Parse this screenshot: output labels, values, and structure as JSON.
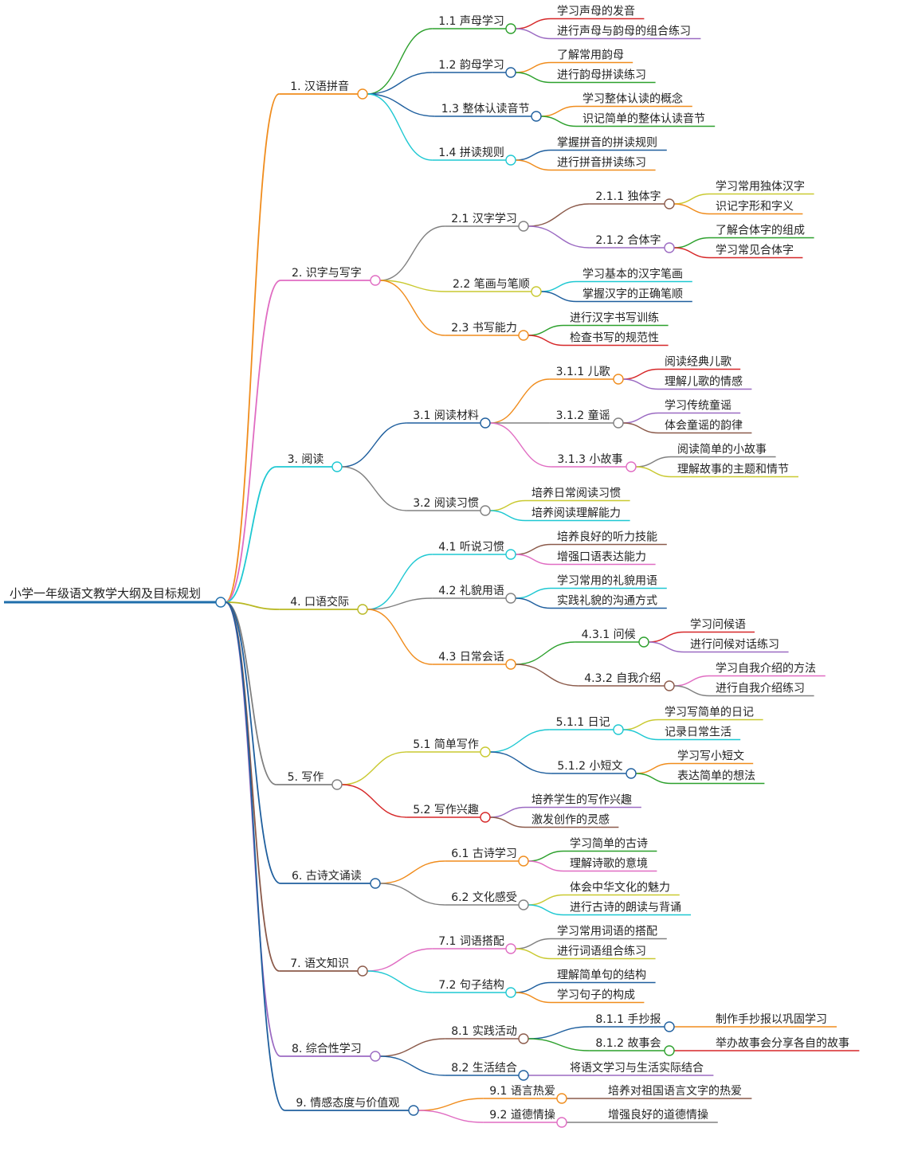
{
  "mindmap": {
    "root": "小学一年级语文教学大纲及目标规划",
    "palette": {
      "orange": "#f08c1c",
      "pink": "#e06cc2",
      "teal": "#1ec8d2",
      "olive": "#b8b822",
      "gray": "#808080",
      "blue": "#1f6eab",
      "brown": "#8b5a4a",
      "purple": "#9b6ac2",
      "navy": "#1f5f9e",
      "green": "#2ca02c",
      "red": "#d62728",
      "yellow": "#c9c930"
    },
    "branches": [
      {
        "label": "1. 汉语拼音",
        "color": "orange",
        "children": [
          {
            "label": "1.1 声母学习",
            "color": "green",
            "children": [
              {
                "label": "学习声母的发音",
                "color": "red"
              },
              {
                "label": "进行声母与韵母的组合练习",
                "color": "purple"
              }
            ]
          },
          {
            "label": "1.2 韵母学习",
            "color": "navy",
            "children": [
              {
                "label": "了解常用韵母",
                "color": "orange"
              },
              {
                "label": "进行韵母拼读练习",
                "color": "green"
              }
            ]
          },
          {
            "label": "1.3 整体认读音节",
            "color": "navy",
            "children": [
              {
                "label": "学习整体认读的概念",
                "color": "orange"
              },
              {
                "label": "识记简单的整体认读音节",
                "color": "green"
              }
            ]
          },
          {
            "label": "1.4 拼读规则",
            "color": "teal",
            "children": [
              {
                "label": "掌握拼音的拼读规则",
                "color": "navy"
              },
              {
                "label": "进行拼音拼读练习",
                "color": "orange"
              }
            ]
          }
        ]
      },
      {
        "label": "2. 识字与写字",
        "color": "pink",
        "children": [
          {
            "label": "2.1 汉字学习",
            "color": "gray",
            "children": [
              {
                "label": "2.1.1 独体字",
                "color": "brown",
                "children": [
                  {
                    "label": "学习常用独体汉字",
                    "color": "yellow"
                  },
                  {
                    "label": "识记字形和字义",
                    "color": "orange"
                  }
                ]
              },
              {
                "label": "2.1.2 合体字",
                "color": "purple",
                "children": [
                  {
                    "label": "了解合体字的组成",
                    "color": "green"
                  },
                  {
                    "label": "学习常见合体字",
                    "color": "red"
                  }
                ]
              }
            ]
          },
          {
            "label": "2.2 笔画与笔顺",
            "color": "yellow",
            "children": [
              {
                "label": "学习基本的汉字笔画",
                "color": "teal"
              },
              {
                "label": "掌握汉字的正确笔顺",
                "color": "navy"
              }
            ]
          },
          {
            "label": "2.3 书写能力",
            "color": "orange",
            "children": [
              {
                "label": "进行汉字书写训练",
                "color": "green"
              },
              {
                "label": "检查书写的规范性",
                "color": "red"
              }
            ]
          }
        ]
      },
      {
        "label": "3. 阅读",
        "color": "teal",
        "children": [
          {
            "label": "3.1 阅读材料",
            "color": "navy",
            "children": [
              {
                "label": "3.1.1 儿歌",
                "color": "orange",
                "children": [
                  {
                    "label": "阅读经典儿歌",
                    "color": "red"
                  },
                  {
                    "label": "理解儿歌的情感",
                    "color": "purple"
                  }
                ]
              },
              {
                "label": "3.1.2 童谣",
                "color": "gray",
                "children": [
                  {
                    "label": "学习传统童谣",
                    "color": "purple"
                  },
                  {
                    "label": "体会童谣的韵律",
                    "color": "brown"
                  }
                ]
              },
              {
                "label": "3.1.3 小故事",
                "color": "pink",
                "children": [
                  {
                    "label": "阅读简单的小故事",
                    "color": "gray"
                  },
                  {
                    "label": "理解故事的主题和情节",
                    "color": "yellow"
                  }
                ]
              }
            ]
          },
          {
            "label": "3.2 阅读习惯",
            "color": "gray",
            "children": [
              {
                "label": "培养日常阅读习惯",
                "color": "yellow"
              },
              {
                "label": "培养阅读理解能力",
                "color": "teal"
              }
            ]
          }
        ]
      },
      {
        "label": "4. 口语交际",
        "color": "olive",
        "children": [
          {
            "label": "4.1 听说习惯",
            "color": "teal",
            "children": [
              {
                "label": "培养良好的听力技能",
                "color": "brown"
              },
              {
                "label": "增强口语表达能力",
                "color": "pink"
              }
            ]
          },
          {
            "label": "4.2 礼貌用语",
            "color": "gray",
            "children": [
              {
                "label": "学习常用的礼貌用语",
                "color": "teal"
              },
              {
                "label": "实践礼貌的沟通方式",
                "color": "navy"
              }
            ]
          },
          {
            "label": "4.3 日常会话",
            "color": "orange",
            "children": [
              {
                "label": "4.3.1 问候",
                "color": "green",
                "children": [
                  {
                    "label": "学习问候语",
                    "color": "red"
                  },
                  {
                    "label": "进行问候对话练习",
                    "color": "purple"
                  }
                ]
              },
              {
                "label": "4.3.2 自我介绍",
                "color": "brown",
                "children": [
                  {
                    "label": "学习自我介绍的方法",
                    "color": "pink"
                  },
                  {
                    "label": "进行自我介绍练习",
                    "color": "gray"
                  }
                ]
              }
            ]
          }
        ]
      },
      {
        "label": "5. 写作",
        "color": "gray",
        "children": [
          {
            "label": "5.1 简单写作",
            "color": "yellow",
            "children": [
              {
                "label": "5.1.1 日记",
                "color": "teal",
                "children": [
                  {
                    "label": "学习写简单的日记",
                    "color": "yellow"
                  },
                  {
                    "label": "记录日常生活",
                    "color": "teal"
                  }
                ]
              },
              {
                "label": "5.1.2 小短文",
                "color": "navy",
                "children": [
                  {
                    "label": "学习写小短文",
                    "color": "orange"
                  },
                  {
                    "label": "表达简单的想法",
                    "color": "green"
                  }
                ]
              }
            ]
          },
          {
            "label": "5.2 写作兴趣",
            "color": "red",
            "children": [
              {
                "label": "培养学生的写作兴趣",
                "color": "purple"
              },
              {
                "label": "激发创作的灵感",
                "color": "brown"
              }
            ]
          }
        ]
      },
      {
        "label": "6. 古诗文诵读",
        "color": "navy",
        "children": [
          {
            "label": "6.1 古诗学习",
            "color": "orange",
            "children": [
              {
                "label": "学习简单的古诗",
                "color": "green"
              },
              {
                "label": "理解诗歌的意境",
                "color": "pink"
              }
            ]
          },
          {
            "label": "6.2 文化感受",
            "color": "gray",
            "children": [
              {
                "label": "体会中华文化的魅力",
                "color": "yellow"
              },
              {
                "label": "进行古诗的朗读与背诵",
                "color": "teal"
              }
            ]
          }
        ]
      },
      {
        "label": "7. 语文知识",
        "color": "brown",
        "children": [
          {
            "label": "7.1 词语搭配",
            "color": "pink",
            "children": [
              {
                "label": "学习常用词语的搭配",
                "color": "gray"
              },
              {
                "label": "进行词语组合练习",
                "color": "yellow"
              }
            ]
          },
          {
            "label": "7.2 句子结构",
            "color": "teal",
            "children": [
              {
                "label": "理解简单句的结构",
                "color": "navy"
              },
              {
                "label": "学习句子的构成",
                "color": "orange"
              }
            ]
          }
        ]
      },
      {
        "label": "8. 综合性学习",
        "color": "purple",
        "children": [
          {
            "label": "8.1 实践活动",
            "color": "brown",
            "children": [
              {
                "label": "8.1.1 手抄报",
                "color": "navy",
                "children": [
                  {
                    "label": "制作手抄报以巩固学习",
                    "color": "orange"
                  }
                ]
              },
              {
                "label": "8.1.2 故事会",
                "color": "green",
                "children": [
                  {
                    "label": "举办故事会分享各自的故事",
                    "color": "red"
                  }
                ]
              }
            ]
          },
          {
            "label": "8.2 生活结合",
            "color": "navy",
            "children": [
              {
                "label": "将语文学习与生活实际结合",
                "color": "purple"
              }
            ]
          }
        ]
      },
      {
        "label": "9. 情感态度与价值观",
        "color": "navy",
        "children": [
          {
            "label": "9.1 语言热爱",
            "color": "orange",
            "children": [
              {
                "label": "培养对祖国语言文字的热爱",
                "color": "brown"
              }
            ]
          },
          {
            "label": "9.2 道德情操",
            "color": "pink",
            "children": [
              {
                "label": "增强良好的道德情操",
                "color": "gray"
              }
            ]
          }
        ]
      }
    ]
  }
}
